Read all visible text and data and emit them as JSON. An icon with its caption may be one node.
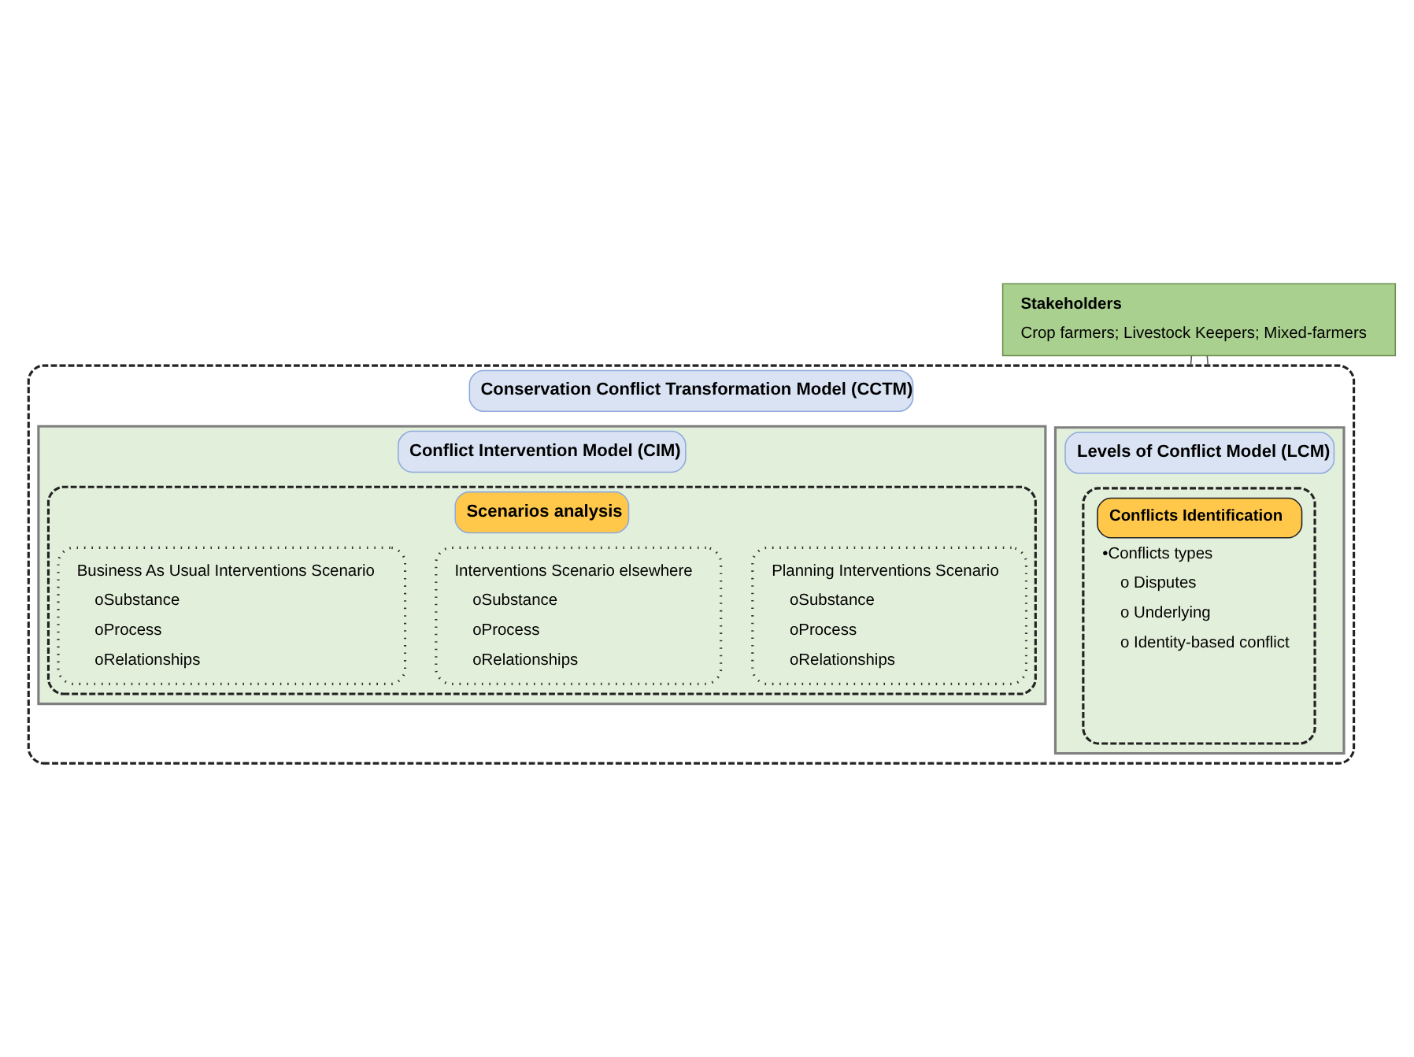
{
  "diagram": {
    "nodes": [
      {
        "text": [
          "Stakeholders",
          "Crop farmers; Livestock Keepers; Mixed-farmers"
        ]
      },
      {
        "text": [
          "Conservation Conflict Transformation Model (CCTM)"
        ]
      },
      {
        "text": [
          "Levels of Conflict Model (LCM)"
        ],
        "in": 1
      },
      {
        "text": [
          "Conflicts Identification",
          "•Conflicts types",
          "o Disputes",
          "o Underlying",
          "o Identity-based conflict"
        ],
        "in": 2
      },
      {
        "text": [
          "Conflict Intervention Model (CIM)"
        ],
        "in": 1
      },
      {
        "text": [
          "Scenarios analysis"
        ],
        "in": 4
      },
      {
        "text": [
          "Business As Usual Interventions Scenario",
          "oSubstance",
          "oProcess",
          "oRelationships"
        ],
        "in": 5
      },
      {
        "text": [
          "Interventions Scenario elsewhere",
          "oSubstance",
          "oProcess",
          "oRelationships"
        ],
        "in": 5
      },
      {
        "text": [
          "Planning Interventions Scenario",
          "oSubstance",
          "oProcess",
          "oRelationships"
        ],
        "in": 5
      }
    ],
    "edges": [
      {
        "from": 0,
        "to": 1,
        "arrow": "none"
      },
      {
        "from": 0,
        "to": 1,
        "arrow": "none"
      }
    ]
  }
}
